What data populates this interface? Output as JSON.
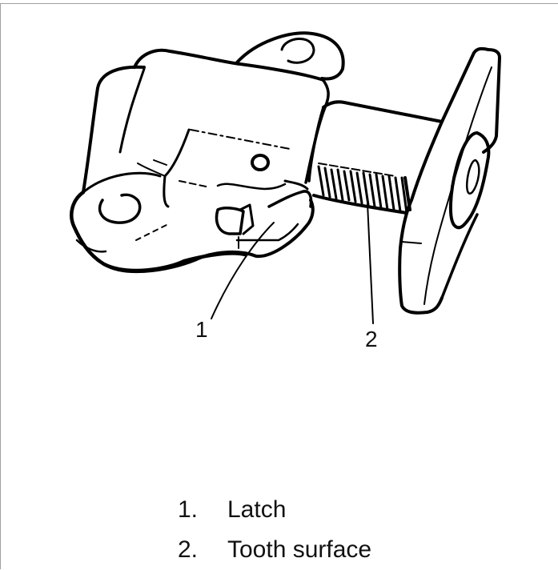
{
  "figure": {
    "subject": "tensioner assembly with ratchet latch and toothed plunger",
    "callouts": [
      {
        "id": "1",
        "label": "1"
      },
      {
        "id": "2",
        "label": "2"
      }
    ]
  },
  "legend": {
    "items": [
      {
        "number": "1.",
        "text": "Latch"
      },
      {
        "number": "2.",
        "text": "Tooth surface"
      }
    ]
  },
  "colors": {
    "line": "#000000",
    "background": "#ffffff",
    "frame": "#a0a0a0"
  }
}
